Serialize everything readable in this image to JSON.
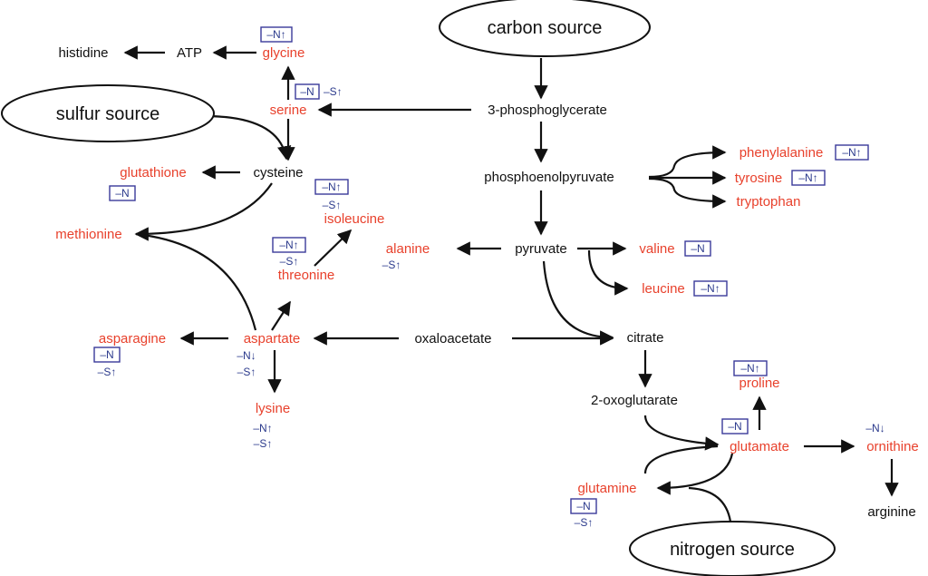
{
  "colors": {
    "product": "#e8412c",
    "intermediate": "#111111",
    "annotation": "#2b3a8c",
    "box_border": "#3a3a9a"
  },
  "sources": {
    "carbon": "carbon source",
    "sulfur": "sulfur source",
    "nitrogen": "nitrogen source"
  },
  "intermediates": {
    "histidine": "histidine",
    "atp": "ATP",
    "pg3": "3-phosphoglycerate",
    "cysteine": "cysteine",
    "pep": "phosphoenolpyruvate",
    "pyruvate": "pyruvate",
    "oaa": "oxaloacetate",
    "citrate": "citrate",
    "og2": "2-oxoglutarate",
    "arginine": "arginine"
  },
  "products": {
    "glycine": "glycine",
    "serine": "serine",
    "glutathione": "glutathione",
    "methionine": "methionine",
    "isoleucine": "isoleucine",
    "threonine": "threonine",
    "alanine": "alanine",
    "asparagine": "asparagine",
    "aspartate": "aspartate",
    "lysine": "lysine",
    "phenylalanine": "phenylalanine",
    "tyrosine": "tyrosine",
    "tryptophan": "tryptophan",
    "valine": "valine",
    "leucine": "leucine",
    "proline": "proline",
    "glutamate": "glutamate",
    "ornithine": "ornithine",
    "glutamine": "glutamine"
  },
  "annotations": {
    "glycine_box": "–N↑",
    "serine_box": "–N",
    "serine_s": "–S↑",
    "glutathione_box": "–N",
    "isoleucine_box": "–N↑",
    "isoleucine_s": "–S↑",
    "threonine_box": "–N↑",
    "threonine_s": "–S↑",
    "alanine_s": "–S↑",
    "asparagine_box": "–N",
    "asparagine_s": "–S↑",
    "aspartate_n": "–N↓",
    "aspartate_s": "–S↑",
    "lysine_n": "–N↑",
    "lysine_s": "–S↑",
    "phenylalanine_box": "–N↑",
    "tyrosine_box": "–N↑",
    "valine_box": "–N",
    "leucine_box": "–N↑",
    "proline_box": "–N↑",
    "glutamate_box": "–N",
    "ornithine_n": "–N↓",
    "glutamine_box": "–N",
    "glutamine_s": "–S↑"
  }
}
